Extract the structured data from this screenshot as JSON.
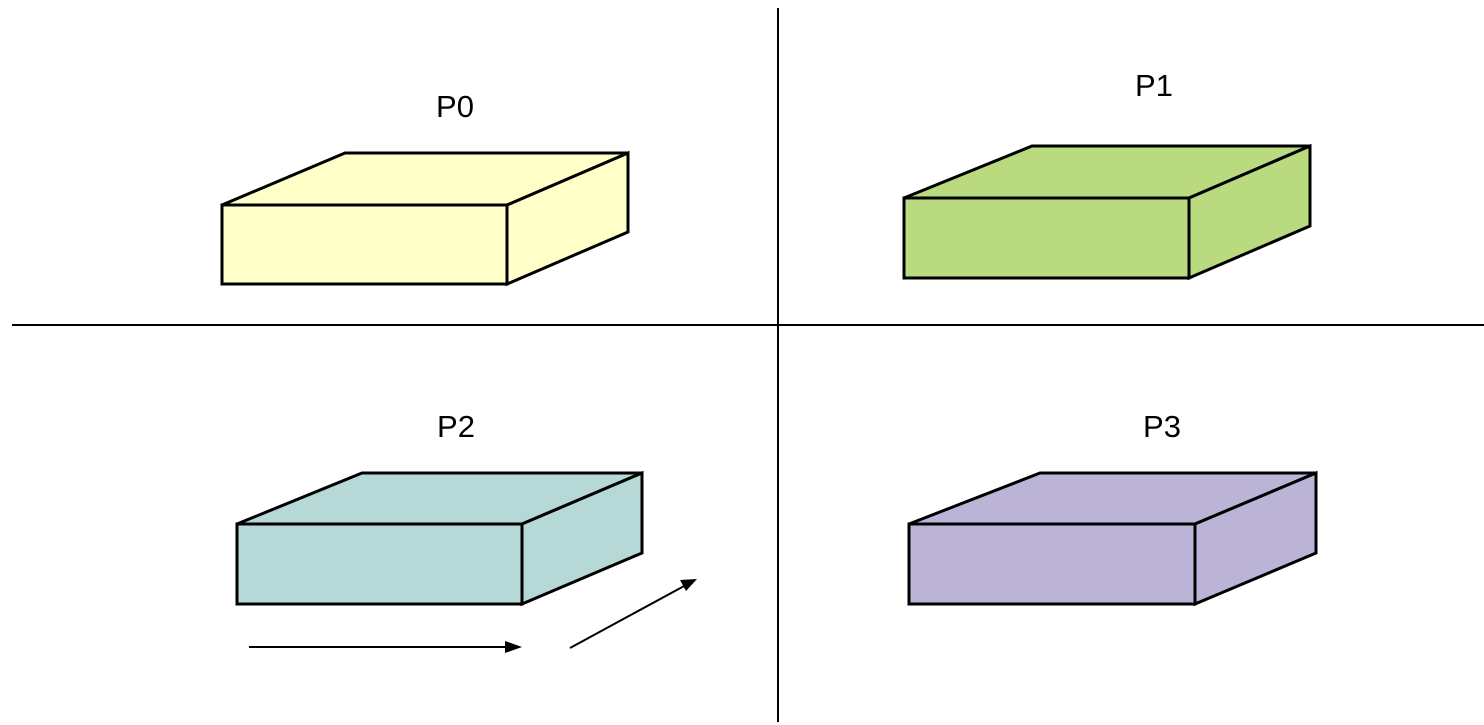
{
  "partitions": [
    {
      "label": "P0",
      "color": "#ffffc8"
    },
    {
      "label": "P1",
      "color": "#bada80"
    },
    {
      "label": "P2",
      "color": "#b6d8d6"
    },
    {
      "label": "P3",
      "color": "#bbb4d6"
    }
  ],
  "outline_color": "#000000",
  "background": "#ffffff"
}
